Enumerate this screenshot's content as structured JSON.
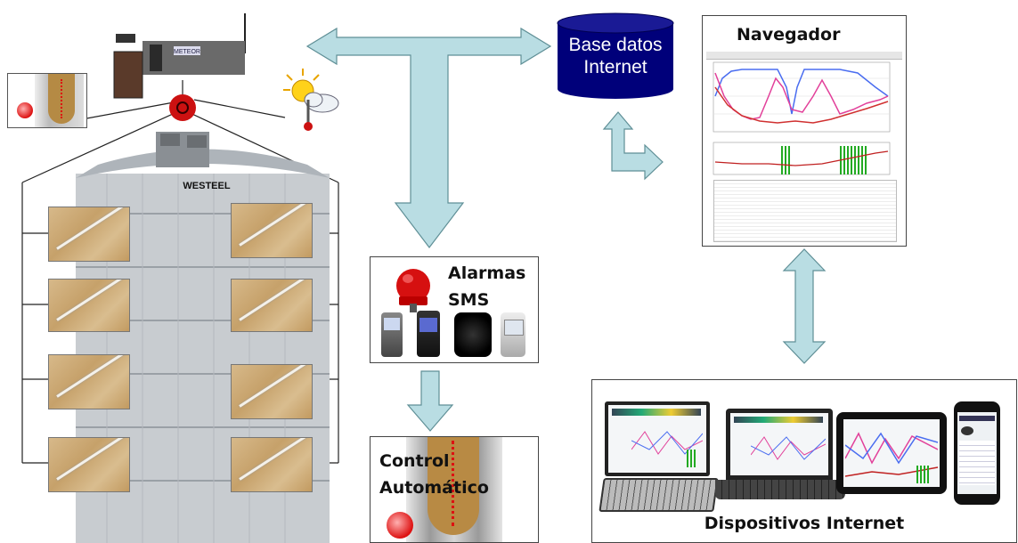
{
  "db": {
    "line1": "Base datos",
    "line2": "Internet"
  },
  "browser": {
    "title": "Navegador"
  },
  "alarms": {
    "line1": "Alarmas",
    "line2": "SMS"
  },
  "control": {
    "line1": "Control",
    "line2": "Automático"
  },
  "devices": {
    "caption": "Dispositivos Internet"
  },
  "silo": {
    "brand": "WESTEEL"
  },
  "station": {
    "brand": "METEOR"
  },
  "colors": {
    "arrow_fill": "#b9dde3",
    "arrow_stroke": "#5f8f96",
    "db_fill": "#00007a",
    "sensor_red": "#cc1111"
  }
}
